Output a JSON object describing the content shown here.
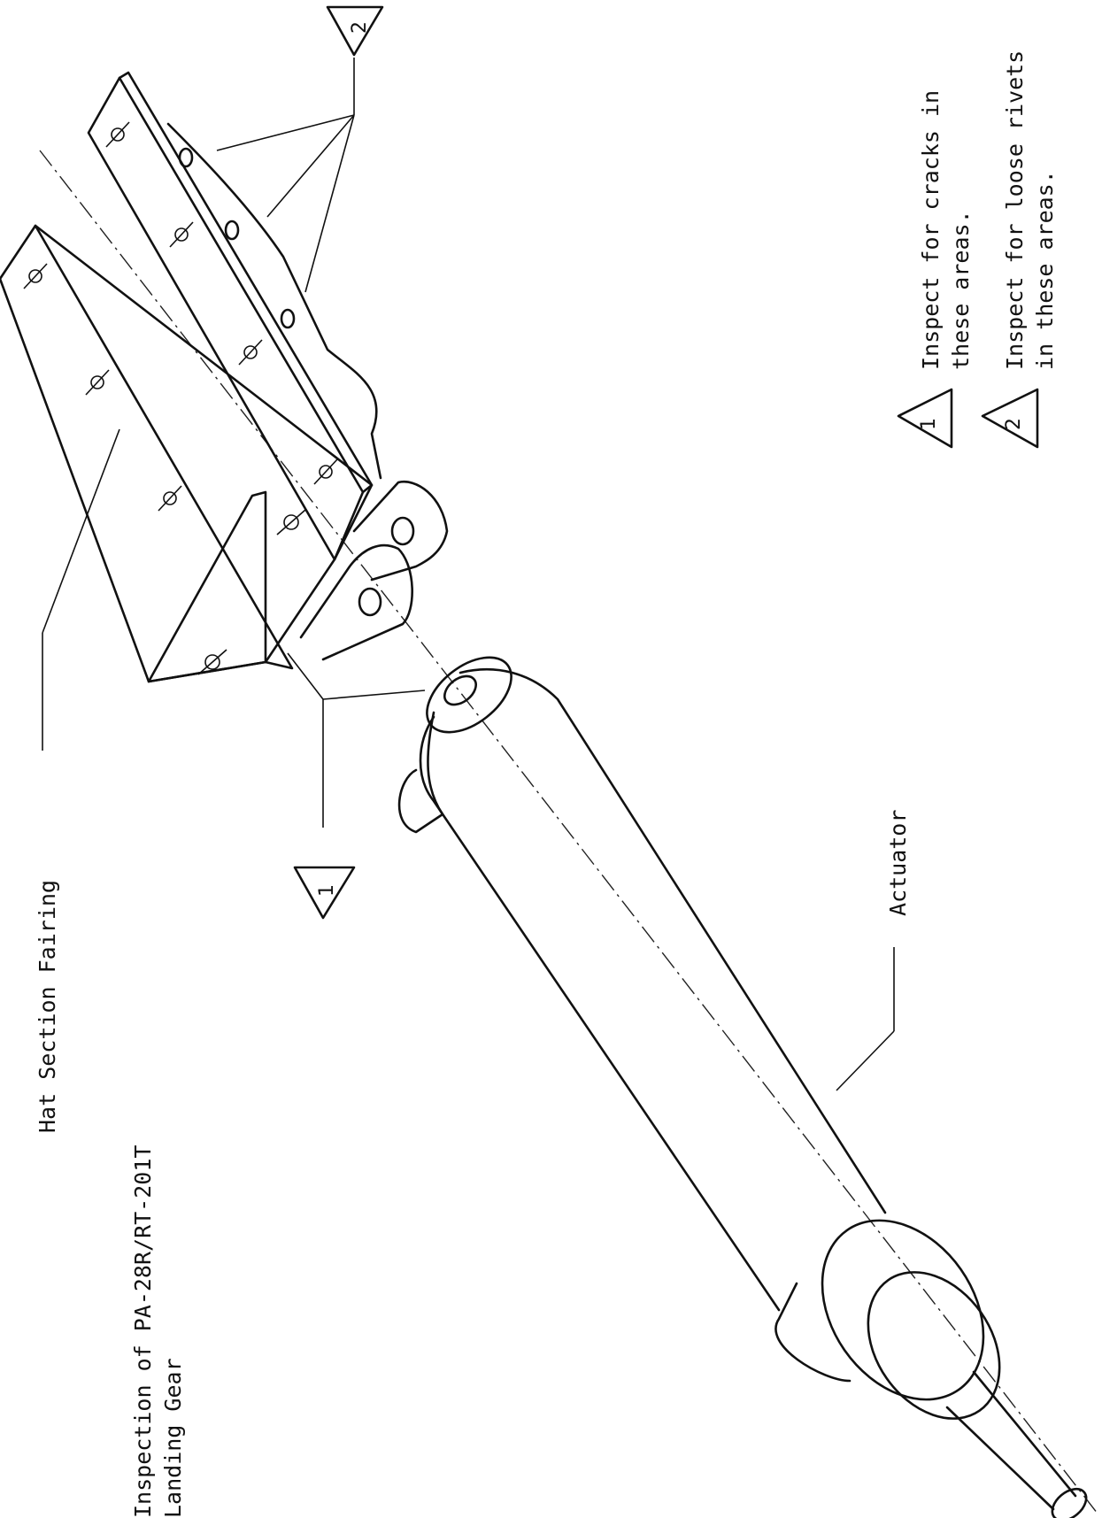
{
  "figure": {
    "title_line1": "Inspection of PA-28R/RT-201T",
    "title_line2": "Landing Gear",
    "title_fragment": "e"
  },
  "labels": {
    "hat_section": "Hat Section Fairing",
    "actuator": "Actuator"
  },
  "callouts": {
    "top_marker": "2",
    "left_marker": "1"
  },
  "legend": [
    {
      "marker": "1",
      "line1": "Inspect for cracks in",
      "line2": "these areas."
    },
    {
      "marker": "2",
      "line1": "Inspect for loose rivets",
      "line2": "in these areas."
    }
  ]
}
